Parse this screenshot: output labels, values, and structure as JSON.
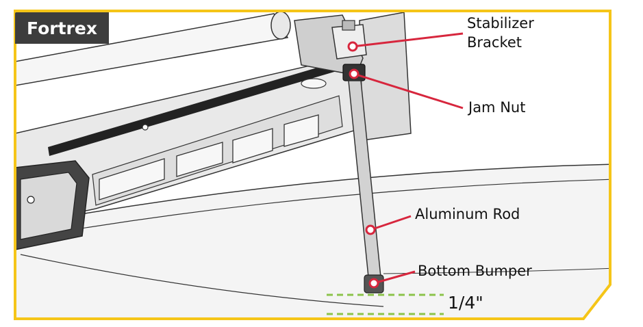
{
  "badge": {
    "label": "Fortrex"
  },
  "callouts": {
    "stabilizer_bracket_line1": "Stabilizer",
    "stabilizer_bracket_line2": "Bracket",
    "jam_nut": "Jam Nut",
    "aluminum_rod": "Aluminum Rod",
    "bottom_bumper": "Bottom Bumper"
  },
  "measurement": {
    "gap_label": "1/4\""
  },
  "colors": {
    "frame_border": "#f5c518",
    "callout_line": "#d7263d",
    "callout_dot": "#d7263d",
    "gap_dash": "#8bc34a",
    "line_art": "#333333",
    "badge_bg": "#3d3d3d"
  }
}
